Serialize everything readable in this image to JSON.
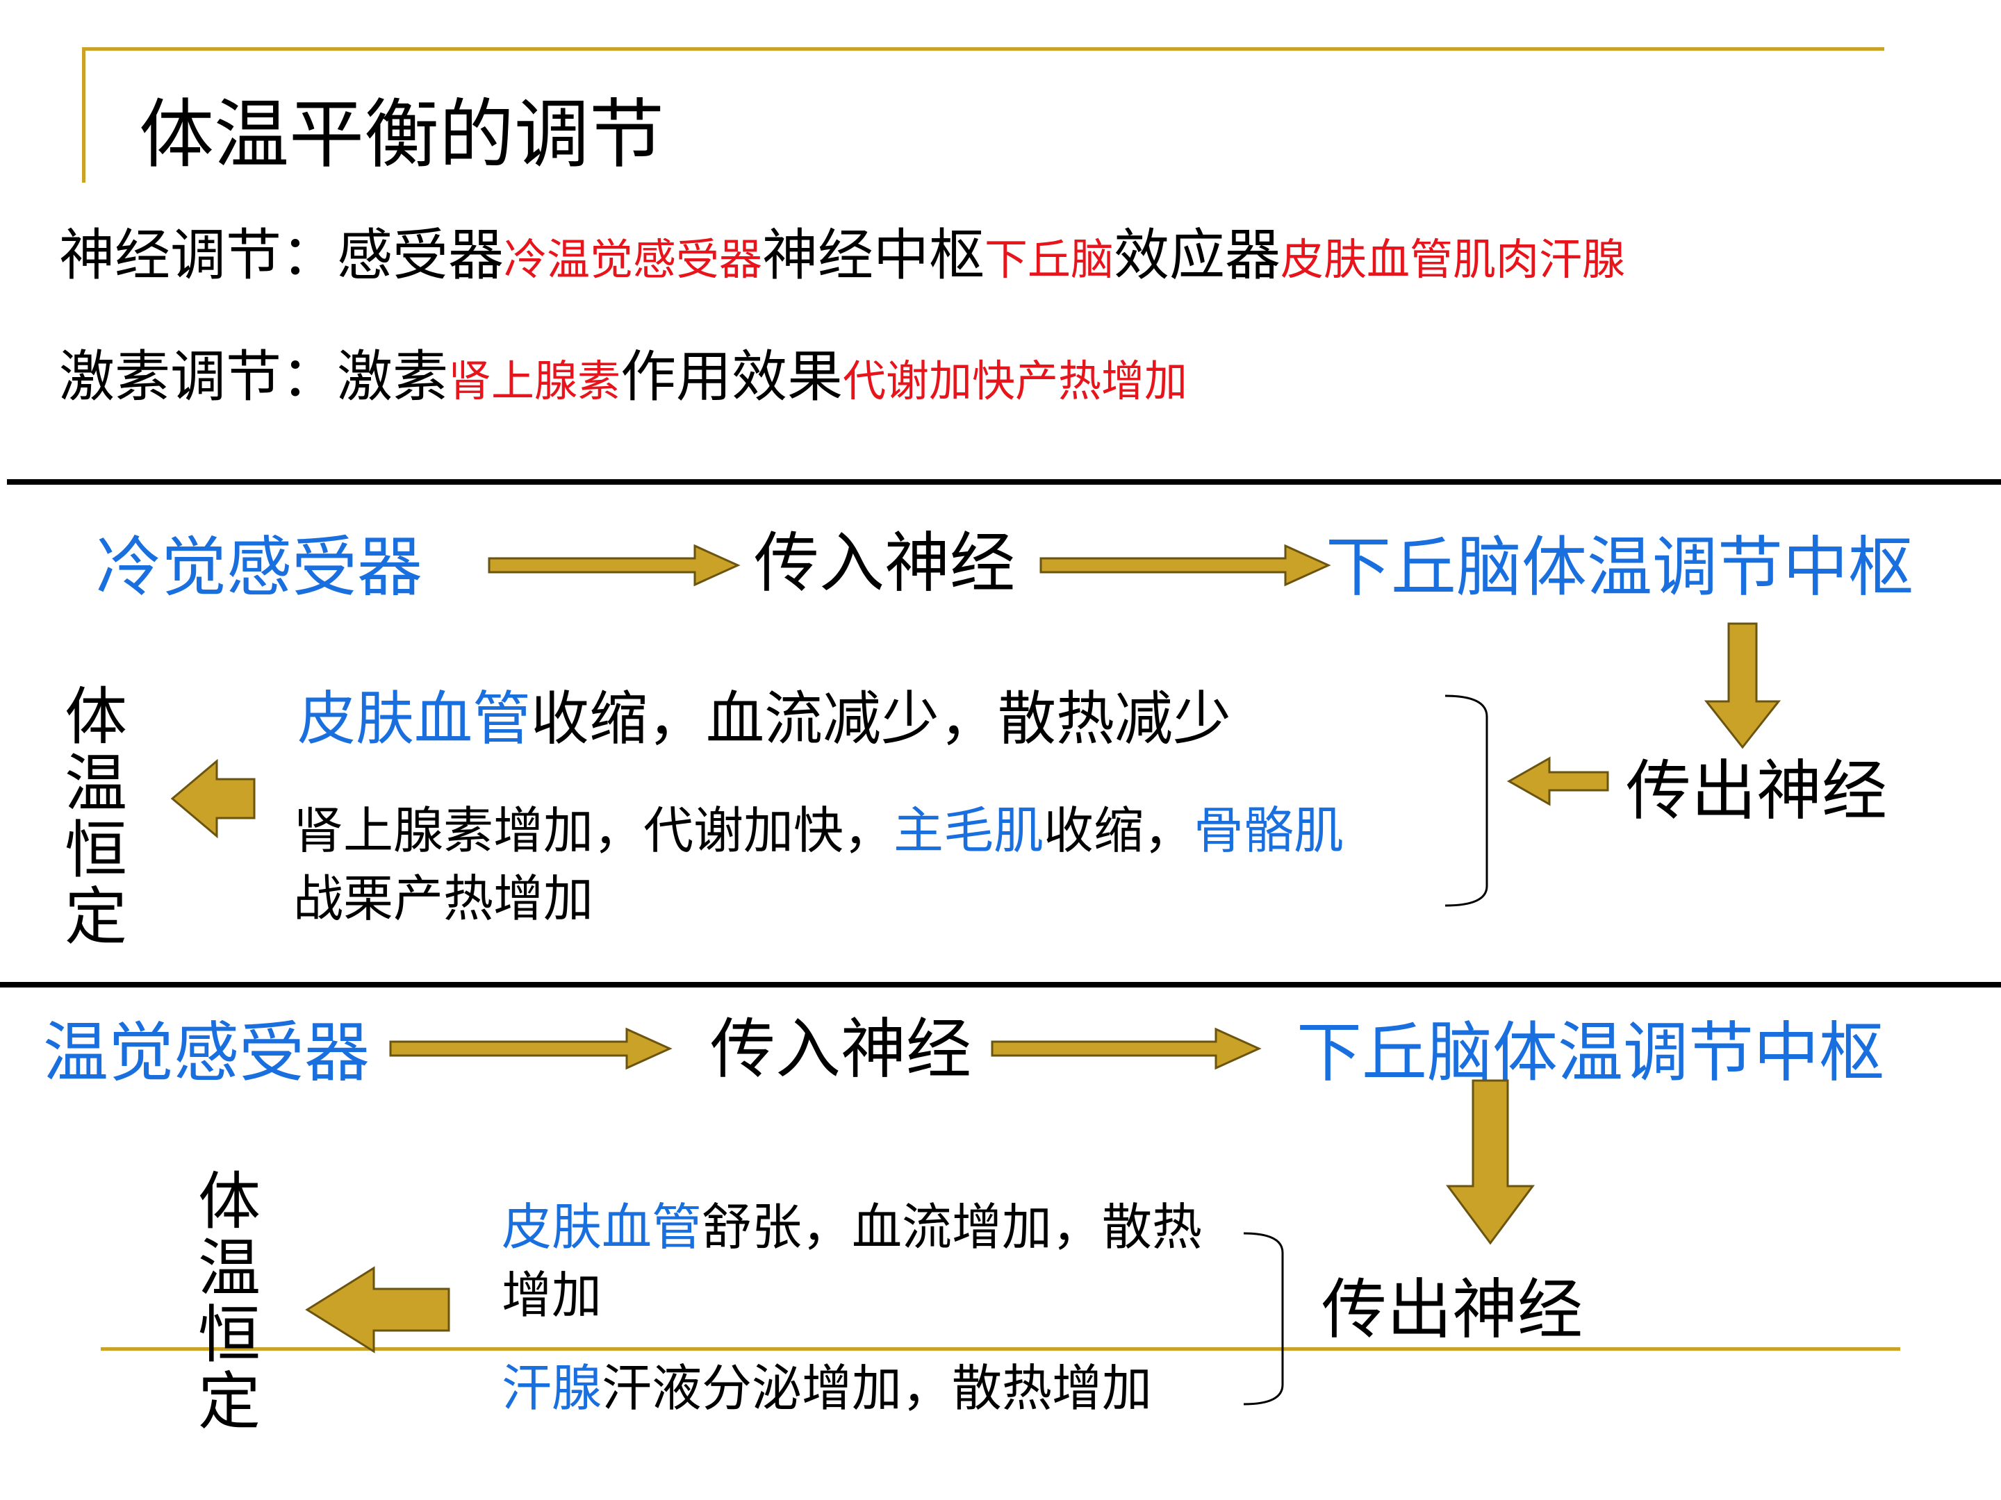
{
  "title": "体温平衡的调节",
  "neural": {
    "label": "神经调节：",
    "receptor_label": "感受器",
    "receptor_value": "冷温觉感受器",
    "center_label": "神经中枢",
    "center_value": "下丘脑",
    "effector_label": "效应器",
    "effector_value": "皮肤血管肌肉汗腺"
  },
  "hormone": {
    "label": "激素调节：",
    "hormone_label": "激素",
    "hormone_value": "肾上腺素",
    "effect_label": "作用效果",
    "effect_value": "代谢加快产热增加"
  },
  "cold": {
    "receptor": "冷觉感受器",
    "afferent": "传入神经",
    "center": "下丘脑体温调节中枢",
    "efferent": "传出神经",
    "response1": {
      "blue": "皮肤血管",
      "text": "收缩，血流减少，散热减少"
    },
    "response2": {
      "text1": "肾上腺素增加，代谢加快，",
      "blue1": "主毛肌",
      "text2": "收缩，",
      "blue2": "骨骼肌",
      "text3": "战栗产热增加"
    },
    "result_chars": [
      "体",
      "温",
      "恒",
      "定"
    ]
  },
  "warm": {
    "receptor": "温觉感受器",
    "afferent": "传入神经",
    "center": "下丘脑体温调节中枢",
    "efferent": "传出神经",
    "response1": {
      "blue": "皮肤血管",
      "text": "舒张，血流增加，散热增加"
    },
    "response2": {
      "blue": "汗腺",
      "text": "汗液分泌增加，散热增加"
    },
    "result_chars": [
      "体",
      "温",
      "恒",
      "定"
    ]
  },
  "colors": {
    "accent_gold": "#C9A227",
    "highlight_red": "#E8141B",
    "highlight_blue": "#1A6FDF"
  }
}
